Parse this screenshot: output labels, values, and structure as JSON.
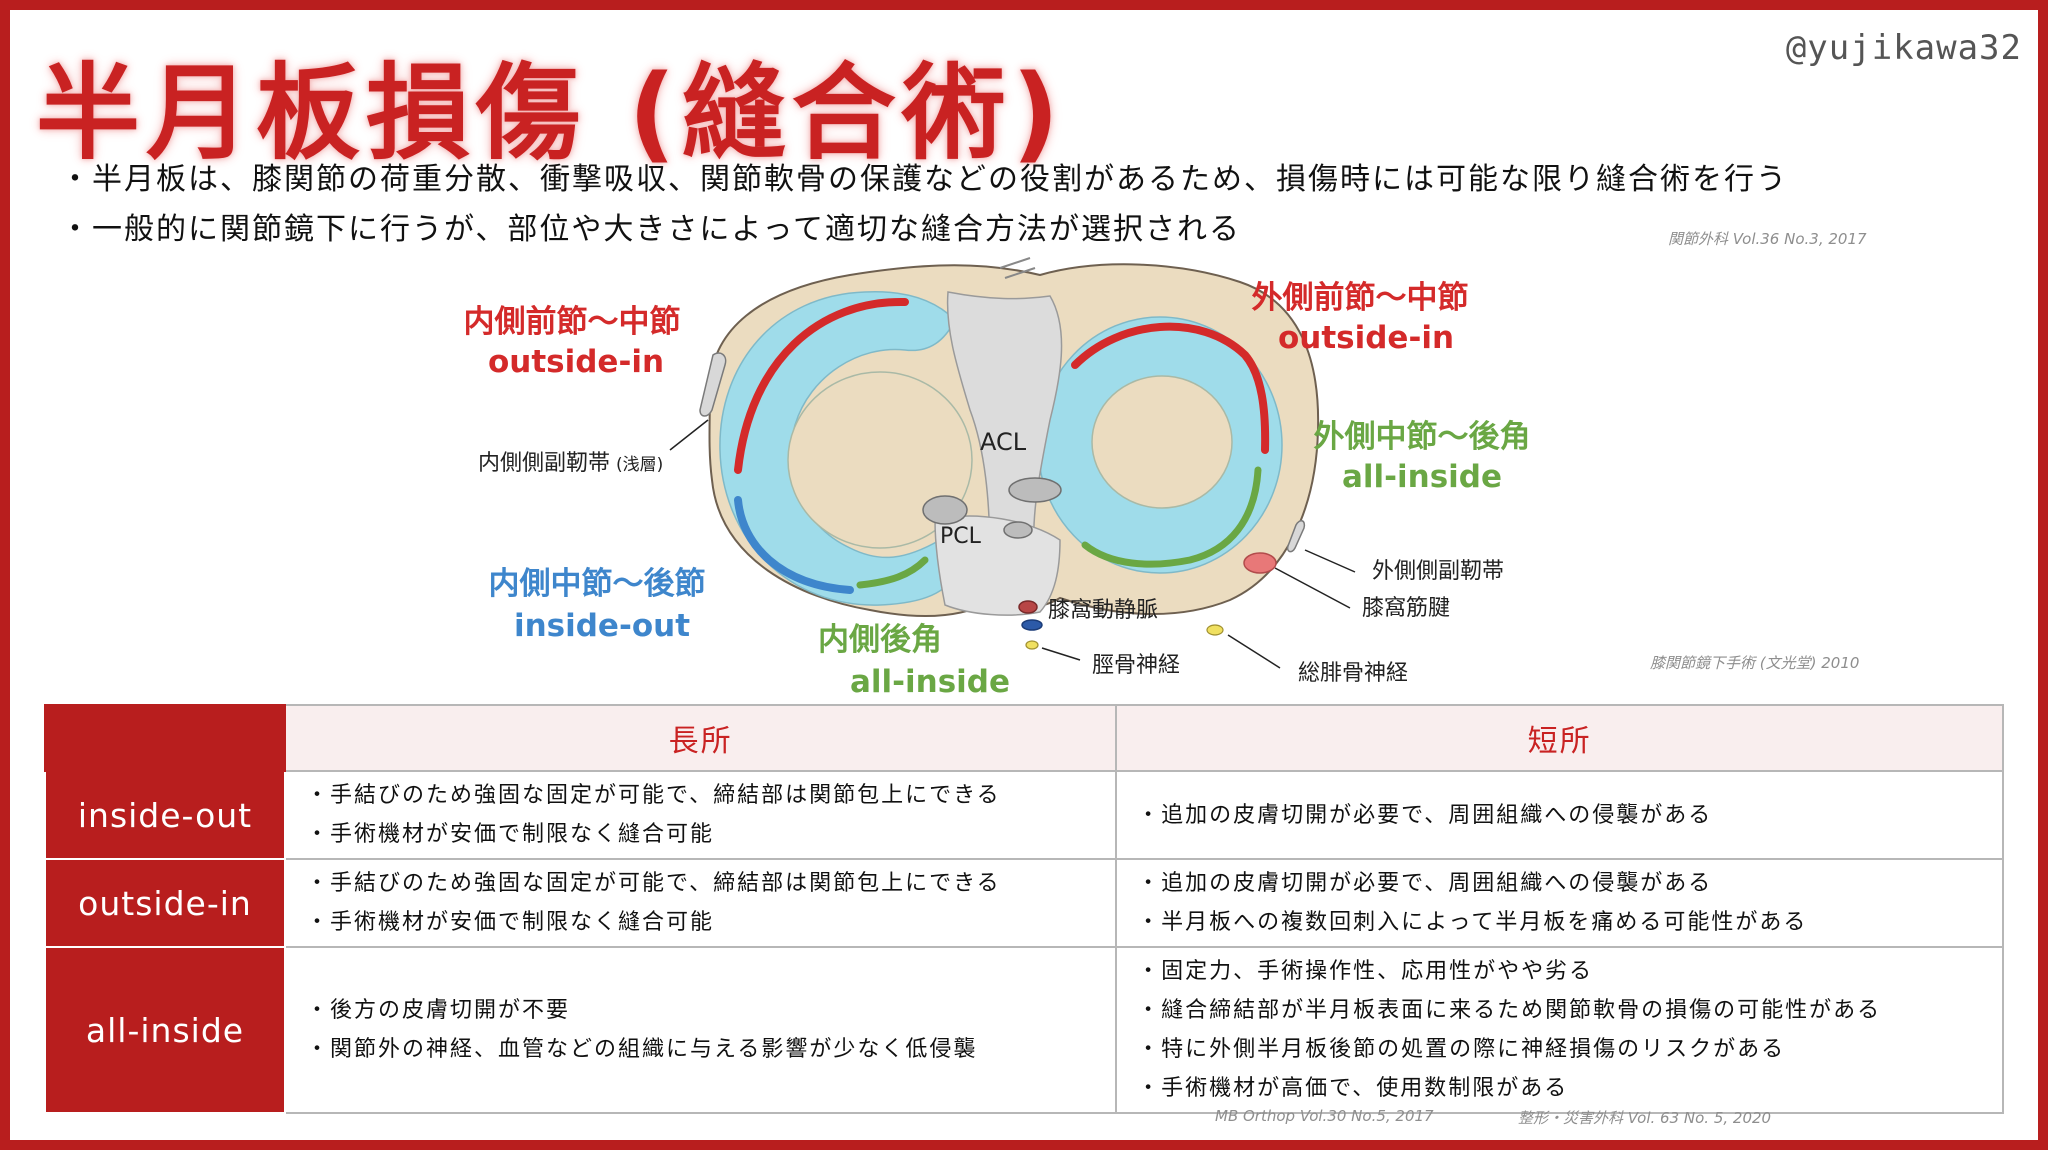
{
  "title": "半月板損傷 (縫合術)",
  "handle": "@yujikawa32",
  "bullets": [
    "・半月板は、膝関節の荷重分散、衝撃吸収、関節軟骨の保護などの役割があるため、損傷時には可能な限り縫合術を行う",
    "・一般的に関節鏡下に行うが、部位や大きさによって適切な縫合方法が選択される"
  ],
  "citations": {
    "top": "関節外科 Vol.36 No.3, 2017",
    "diagram": "膝関節鏡下手術 (文光堂) 2010",
    "bottom_left": "MB Orthop Vol.30 No.5, 2017",
    "bottom_right": "整形・災害外科 Vol. 63 No. 5, 2020"
  },
  "diagram": {
    "regions": {
      "medial_anterior": {
        "name": "内側前節～中節",
        "method": "outside-in",
        "color": "#d42a2a"
      },
      "lateral_anterior": {
        "name": "外側前節～中節",
        "method": "outside-in",
        "color": "#d42a2a"
      },
      "lateral_posterior": {
        "name": "外側中節～後角",
        "method": "all-inside",
        "color": "#6aa744"
      },
      "medial_middle": {
        "name": "内側中節～後節",
        "method": "inside-out",
        "color": "#3e86cc"
      },
      "medial_posterior": {
        "name": "内側後角",
        "method": "all-inside",
        "color": "#6aa744"
      }
    },
    "ligaments": {
      "acl": "ACL",
      "pcl": "PCL"
    },
    "labels": {
      "mcl": "内側側副靭帯",
      "mcl_note": "(浅層)",
      "lcl": "外側側副靭帯",
      "popliteus": "膝窩筋腱",
      "popliteal_vessels": "膝窩動静脈",
      "tibial_nerve": "脛骨神経",
      "peroneal_nerve": "総腓骨神経"
    }
  },
  "table": {
    "header": [
      "長所",
      "短所"
    ],
    "rows": [
      {
        "method": "inside-out",
        "pros": [
          "・手結びのため強固な固定が可能で、締結部は関節包上にできる",
          "・手術機材が安価で制限なく縫合可能"
        ],
        "cons": [
          "・追加の皮膚切開が必要で、周囲組織への侵襲がある"
        ]
      },
      {
        "method": "outside-in",
        "pros": [
          "・手結びのため強固な固定が可能で、締結部は関節包上にできる",
          "・手術機材が安価で制限なく縫合可能"
        ],
        "cons": [
          "・追加の皮膚切開が必要で、周囲組織への侵襲がある",
          "・半月板への複数回刺入によって半月板を痛める可能性がある"
        ]
      },
      {
        "method": "all-inside",
        "pros": [
          "・後方の皮膚切開が不要",
          "・関節外の神経、血管などの組織に与える影響が少なく低侵襲"
        ],
        "cons": [
          "・固定力、手術操作性、応用性がやや劣る",
          "・縫合締結部が半月板表面に来るため関節軟骨の損傷の可能性がある",
          "・特に外側半月板後節の処置の際に神経損傷のリスクがある",
          "・手術機材が高価で、使用数制限がある"
        ]
      }
    ]
  }
}
